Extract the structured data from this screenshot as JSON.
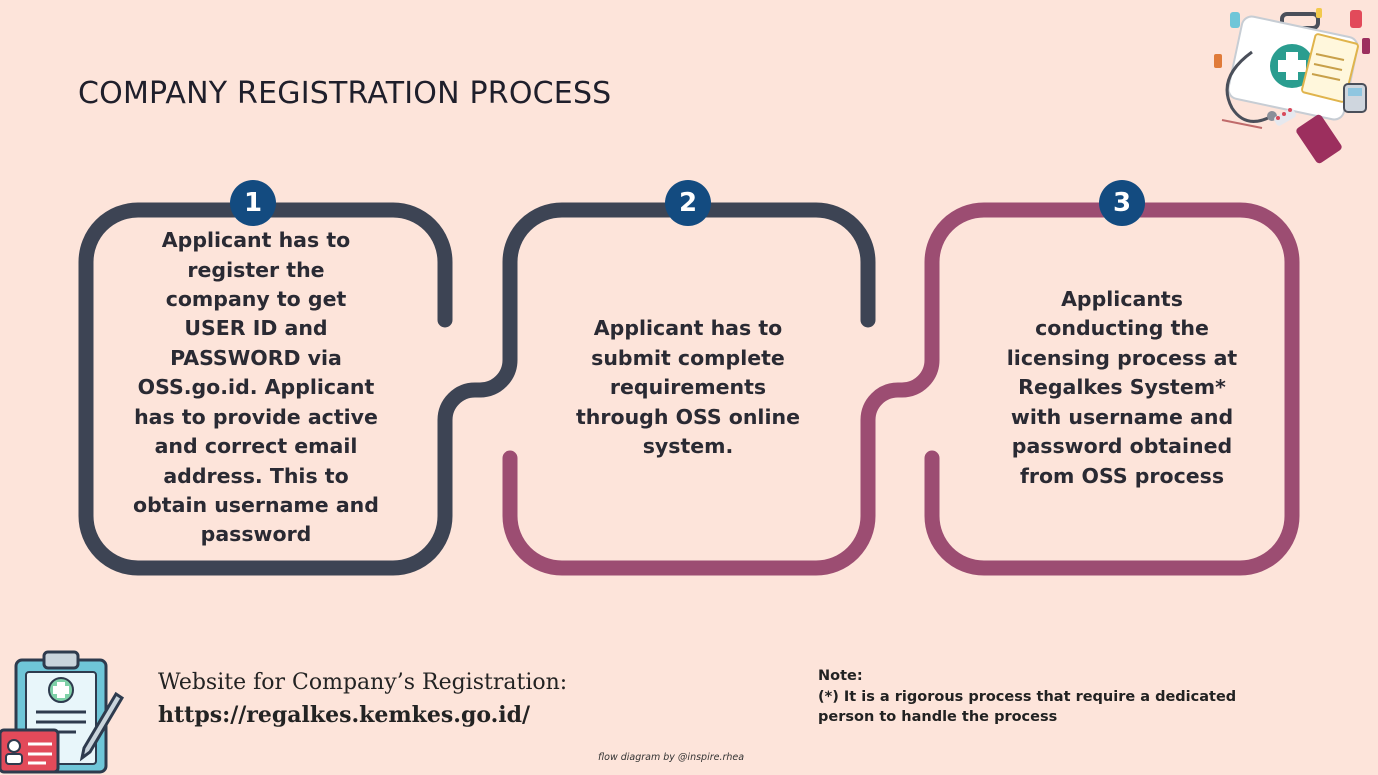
{
  "title": "COMPANY REGISTRATION PROCESS",
  "steps": [
    {
      "number": "1",
      "text": "Applicant has to register the company to get USER ID and PASSWORD via OSS.go.id. Applicant has to provide active and correct email address. This to obtain username and password"
    },
    {
      "number": "2",
      "text": "Applicant has to submit complete requirements through OSS online system."
    },
    {
      "number": "3",
      "text": "Applicants conducting the licensing process at Regalkes System* with username and password obtained from OSS process"
    }
  ],
  "website": {
    "label": "Website for Company’s Registration:",
    "url": "https://regalkes.kemkes.go.id/"
  },
  "note": {
    "heading": "Note:",
    "text": "(*) It is a rigorous process that require a dedicated person to handle the process"
  },
  "credit": "flow diagram by @inspire.rhea",
  "colors": {
    "background": "#fde4da",
    "dark_path": "#3d4454",
    "plum_path": "#9c4d72",
    "number_badge": "#134b80"
  },
  "icons": {
    "bottom_left": "clipboard-medical-icon",
    "top_right": "medical-kit-icon"
  }
}
